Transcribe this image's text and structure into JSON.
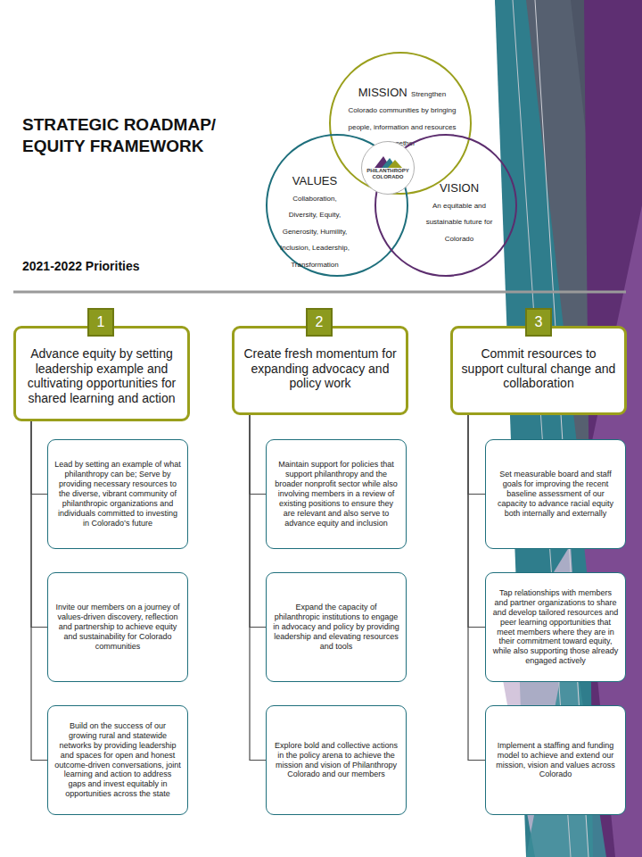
{
  "diagram": {
    "title": "STRATEGIC ROADMAP/ EQUITY FRAMEWORK",
    "nodes": [
      {
        "text": [
          "MISSION",
          "Strengthen Colorado communities by bringing people, information and resources together"
        ]
      },
      {
        "text": [
          "VALUES",
          "Collaboration, Diversity, Equity, Generosity, Humility, Inclusion, Leadership, Transformation"
        ]
      },
      {
        "text": [
          "VISION",
          "An equitable and sustainable future for Colorado"
        ]
      },
      {
        "text": [
          "PHILANTHROPY COLORADO"
        ]
      },
      {
        "text": [
          "1"
        ]
      },
      {
        "text": [
          "Advance equity by setting leadership example and cultivating opportunities for shared learning and action"
        ]
      },
      {
        "text": [
          "2"
        ]
      },
      {
        "text": [
          "Create fresh momentum for expanding advocacy and policy work"
        ]
      },
      {
        "text": [
          "3"
        ]
      },
      {
        "text": [
          "Commit resources to support cultural change and collaboration"
        ]
      },
      {
        "text": [
          "Lead by setting an example of what philanthropy can be; Serve by providing necessary resources to the diverse, vibrant community of philanthropic organizations and individuals committed to investing in Colorado’s future"
        ]
      },
      {
        "text": [
          "Invite our members on a journey of values-driven discovery, reflection and partnership to achieve equity and sustainability for Colorado communities"
        ]
      },
      {
        "text": [
          "Build on the success of our growing rural and statewide networks by providing leadership and spaces for open and honest outcome-driven conversations, joint learning and action to address gaps and invest equitably in opportunities across the state"
        ]
      },
      {
        "text": [
          "Maintain support for policies that support philanthropy and the broader nonprofit sector while also involving members in a review of existing positions to ensure they are relevant and also serve to advance equity and inclusion"
        ]
      },
      {
        "text": [
          "Expand the capacity of philanthropic institutions to engage in advocacy and policy by providing leadership and elevating resources and tools"
        ]
      },
      {
        "text": [
          "Explore bold and collective actions in the policy arena to achieve the mission and vision of Philanthropy Colorado and our members"
        ]
      },
      {
        "text": [
          "Set measurable board and staff goals for improving the recent baseline assessment of our capacity to advance racial equity both internally and externally"
        ]
      },
      {
        "text": [
          "Tap relationships with members and partner organizations to share and develop tailored resources and peer learning opportunities that meet members where they are in their commitment toward equity, while also supporting those already engaged actively"
        ]
      },
      {
        "text": [
          "Implement a staffing and funding model to achieve and extend our mission, vision and values across Colorado"
        ]
      }
    ],
    "edges": [
      {
        "from": 5,
        "to": 10,
        "arrow": "none"
      },
      {
        "from": 5,
        "to": 11,
        "arrow": "none"
      },
      {
        "from": 5,
        "to": 12,
        "arrow": "none"
      },
      {
        "from": 7,
        "to": 13,
        "arrow": "none"
      },
      {
        "from": 7,
        "to": 14,
        "arrow": "none"
      },
      {
        "from": 7,
        "to": 15,
        "arrow": "none"
      },
      {
        "from": 9,
        "to": 16,
        "arrow": "none"
      },
      {
        "from": 9,
        "to": 17,
        "arrow": "none"
      },
      {
        "from": 9,
        "to": 18,
        "arrow": "none"
      }
    ],
    "labels": [
      "2021-2022 Priorities"
    ]
  }
}
